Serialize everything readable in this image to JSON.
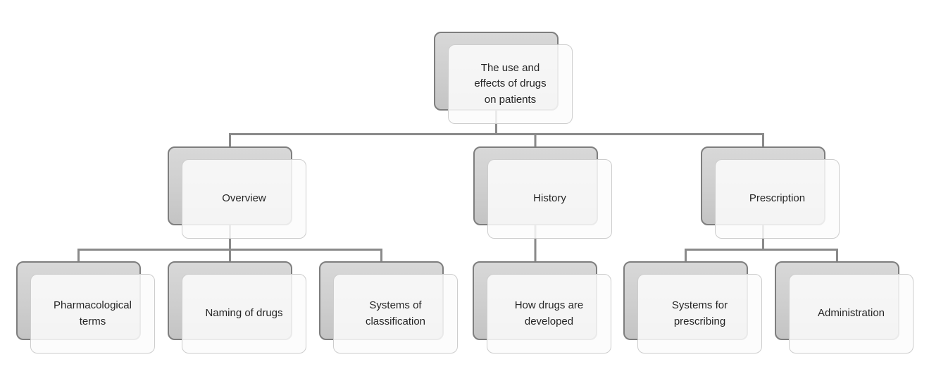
{
  "colors": {
    "background": "#ffffff",
    "connector": "#8a8a8a",
    "node_back_fill_top": "#d8d8d8",
    "node_back_fill_bottom": "#c4c4c4",
    "node_back_border": "#7e7e7e",
    "node_card_fill": "rgba(252,252,252,0.86)",
    "node_card_border": "#cdcdcd",
    "text": "#262626"
  },
  "diagram_type": "hierarchy",
  "tree": {
    "root": {
      "label": "The use and effects of drugs on patients"
    },
    "children": [
      {
        "label": "Overview",
        "children": [
          {
            "label": "Pharmacological terms"
          },
          {
            "label": "Naming of drugs"
          },
          {
            "label": "Systems of classification"
          }
        ]
      },
      {
        "label": "History",
        "children": [
          {
            "label": "How drugs are developed"
          }
        ]
      },
      {
        "label": "Prescription",
        "children": [
          {
            "label": "Systems for prescribing"
          },
          {
            "label": "Administration"
          }
        ]
      }
    ]
  }
}
